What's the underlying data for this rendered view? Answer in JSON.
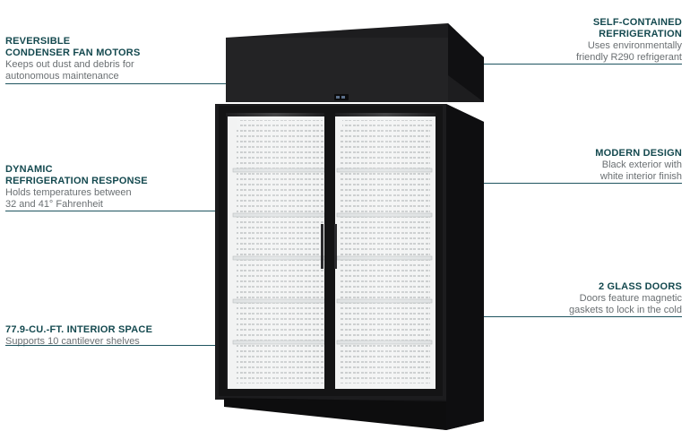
{
  "callouts": {
    "motors": {
      "title_line1": "REVERSIBLE",
      "title_line2": "CONDENSER FAN MOTORS",
      "desc_line1": "Keeps out dust and debris for",
      "desc_line2": "autonomous maintenance"
    },
    "response": {
      "title_line1": "DYNAMIC",
      "title_line2": "REFRIGERATION RESPONSE",
      "desc_line1": "Holds temperatures between",
      "desc_line2": "32 and 41° Fahrenheit"
    },
    "space": {
      "title_line1": "77.9-CU.-FT. INTERIOR SPACE",
      "desc_line1": "Supports 10 cantilever shelves"
    },
    "refrigeration": {
      "title_line1": "SELF-CONTAINED",
      "title_line2": "REFRIGERATION",
      "desc_line1": "Uses environmentally",
      "desc_line2": "friendly R290 refrigerant"
    },
    "design": {
      "title_line1": "MODERN DESIGN",
      "desc_line1": "Black exterior with",
      "desc_line2": "white interior finish"
    },
    "doors": {
      "title_line1": "2 GLASS DOORS",
      "desc_line1": "Doors feature magnetic",
      "desc_line2": "gaskets to lock in the cold"
    }
  },
  "colors": {
    "title": "#14494f",
    "description": "#6a6f72",
    "leader": "#1f5560",
    "cabinet": "#1a1a1c",
    "interior": "#f2f3f3"
  }
}
